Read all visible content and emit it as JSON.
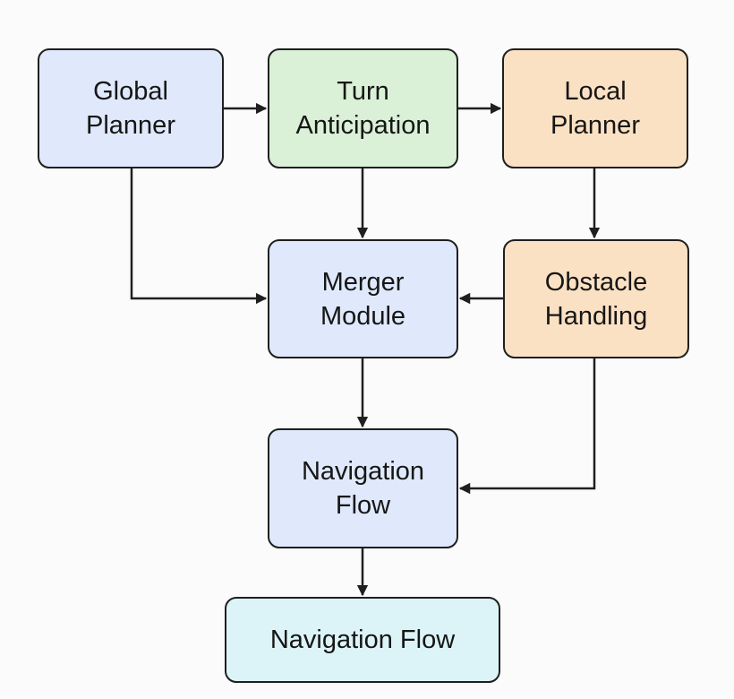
{
  "nodes": {
    "global_planner": {
      "label": "Global\nPlanner",
      "color": "#dfe9fb"
    },
    "turn_anticipation": {
      "label": "Turn\nAnticipation",
      "color": "#daf1d7"
    },
    "local_planner": {
      "label": "Local\nPlanner",
      "color": "#fbe1c3"
    },
    "merger_module": {
      "label": "Merger\nModule",
      "color": "#dfe9fb"
    },
    "obstacle_handling": {
      "label": "Obstacle\nHandling",
      "color": "#fbe1c3"
    },
    "navigation_flow_mid": {
      "label": "Navigation\nFlow",
      "color": "#dfe9fb"
    },
    "navigation_flow_final": {
      "label": "Navigation Flow",
      "color": "#dcf4f8"
    }
  },
  "edges": [
    {
      "from": "Global Planner",
      "to": "Turn Anticipation"
    },
    {
      "from": "Turn Anticipation",
      "to": "Local Planner"
    },
    {
      "from": "Global Planner",
      "to": "Merger Module"
    },
    {
      "from": "Turn Anticipation",
      "to": "Merger Module"
    },
    {
      "from": "Local Planner",
      "to": "Obstacle Handling"
    },
    {
      "from": "Obstacle Handling",
      "to": "Merger Module"
    },
    {
      "from": "Merger Module",
      "to": "Navigation Flow"
    },
    {
      "from": "Obstacle Handling",
      "to": "Navigation Flow"
    },
    {
      "from": "Navigation Flow",
      "to": "Navigation Flow (final)"
    }
  ],
  "colors": {
    "line": "#1f1f1f",
    "background": "#fbfbfb"
  }
}
